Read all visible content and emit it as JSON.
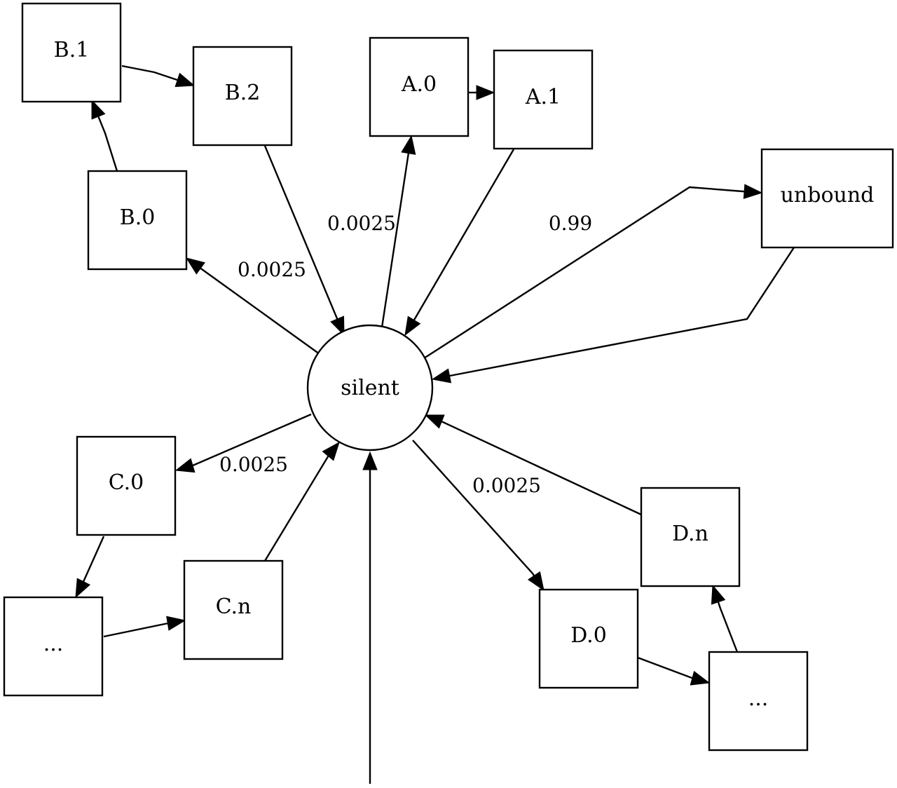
{
  "diagram": {
    "type": "directed-graph",
    "nodes": [
      {
        "id": "silent",
        "label": "silent",
        "shape": "circle"
      },
      {
        "id": "A0",
        "label": "A.0",
        "shape": "box"
      },
      {
        "id": "A1",
        "label": "A.1",
        "shape": "box"
      },
      {
        "id": "B0",
        "label": "B.0",
        "shape": "box"
      },
      {
        "id": "B1",
        "label": "B.1",
        "shape": "box"
      },
      {
        "id": "B2",
        "label": "B.2",
        "shape": "box"
      },
      {
        "id": "C0",
        "label": "C.0",
        "shape": "box"
      },
      {
        "id": "Cdots",
        "label": "...",
        "shape": "box"
      },
      {
        "id": "Cn",
        "label": "C.n",
        "shape": "box"
      },
      {
        "id": "D0",
        "label": "D.0",
        "shape": "box"
      },
      {
        "id": "Ddots",
        "label": "...",
        "shape": "box"
      },
      {
        "id": "Dn",
        "label": "D.n",
        "shape": "box"
      },
      {
        "id": "unbound",
        "label": "unbound",
        "shape": "box"
      }
    ],
    "edges": [
      {
        "from": "silent",
        "to": "A0",
        "label": "0.0025"
      },
      {
        "from": "A0",
        "to": "A1",
        "label": ""
      },
      {
        "from": "A1",
        "to": "silent",
        "label": ""
      },
      {
        "from": "silent",
        "to": "B0",
        "label": "0.0025"
      },
      {
        "from": "B0",
        "to": "B1",
        "label": ""
      },
      {
        "from": "B1",
        "to": "B2",
        "label": ""
      },
      {
        "from": "B2",
        "to": "silent",
        "label": ""
      },
      {
        "from": "silent",
        "to": "C0",
        "label": "0.0025"
      },
      {
        "from": "C0",
        "to": "Cdots",
        "label": ""
      },
      {
        "from": "Cdots",
        "to": "Cn",
        "label": ""
      },
      {
        "from": "Cn",
        "to": "silent",
        "label": ""
      },
      {
        "from": "silent",
        "to": "D0",
        "label": "0.0025"
      },
      {
        "from": "D0",
        "to": "Ddots",
        "label": ""
      },
      {
        "from": "Ddots",
        "to": "Dn",
        "label": ""
      },
      {
        "from": "Dn",
        "to": "silent",
        "label": ""
      },
      {
        "from": "silent",
        "to": "unbound",
        "label": "0.99"
      },
      {
        "from": "unbound",
        "to": "silent",
        "label": ""
      },
      {
        "from": "start",
        "to": "silent",
        "label": ""
      }
    ]
  }
}
